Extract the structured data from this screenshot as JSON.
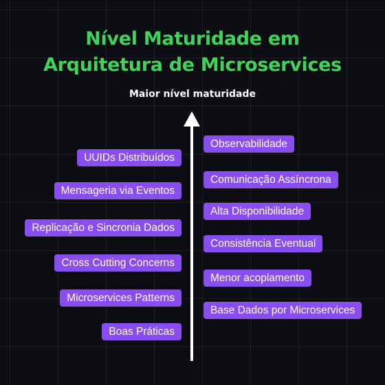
{
  "title": {
    "line1": "Nível Maturidade em",
    "line2": "Arquitetura de Microservices"
  },
  "axis_label": "Maior nível maturidade",
  "left_items": [
    "UUIDs Distribuídos",
    "Mensageria via Eventos",
    "Replicação e Sincronia Dados",
    "Cross Cutting Concerns",
    "Microservices Patterns",
    "Boas Práticas"
  ],
  "right_items": [
    "Observabilidade",
    "Comunicação Assíncrona",
    "Alta Disponibilidade",
    "Consistência Eventual",
    "Menor acoplamento",
    "Base Dados por Microservices"
  ],
  "colors": {
    "background": "#0b0d12",
    "title": "#3fd35a",
    "tag": "#8a4df0",
    "text": "#ffffff"
  }
}
